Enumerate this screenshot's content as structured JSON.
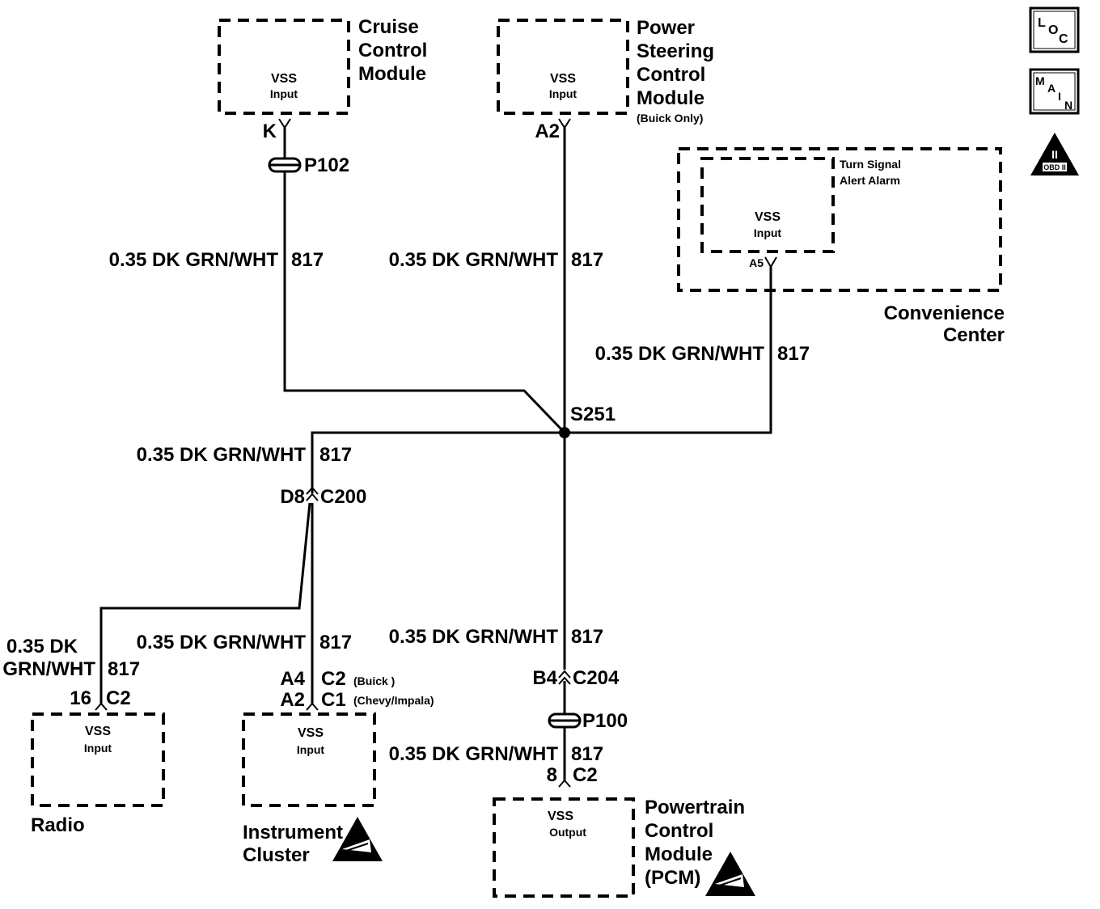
{
  "wire_label": "0.35 DK GRN/WHT",
  "wire_label_split": [
    "0.35 DK",
    "GRN/WHT"
  ],
  "circuit": "817",
  "splice": "S251",
  "modules": {
    "cruise": {
      "name": [
        "Cruise",
        "Control",
        "Module"
      ],
      "box": [
        "VSS",
        "Input"
      ],
      "pin": "K",
      "pass": "P102"
    },
    "power_steering": {
      "name": [
        "Power",
        "Steering",
        "Control",
        "Module"
      ],
      "note": "(Buick Only)",
      "box": [
        "VSS",
        "Input"
      ],
      "pin": "A2"
    },
    "turn_signal": {
      "name": [
        "Turn Signal",
        "Alert Alarm"
      ],
      "box": [
        "VSS",
        "Input"
      ],
      "pin": "A5"
    },
    "convenience": {
      "name": [
        "Convenience",
        "Center"
      ]
    },
    "radio": {
      "name": "Radio",
      "box": [
        "VSS",
        "Input"
      ],
      "pin": "16",
      "conn": "C2"
    },
    "cluster": {
      "name": [
        "Instrument",
        "Cluster"
      ],
      "box": [
        "VSS",
        "Input"
      ],
      "pins": [
        "A4",
        "A2"
      ],
      "conns": [
        "C2",
        "C1"
      ],
      "notes": [
        "(Buick )",
        "(Chevy/Impala)"
      ],
      "inline_pin": "D8",
      "inline_conn": "C200"
    },
    "pcm": {
      "name": [
        "Powertrain",
        "Control",
        "Module",
        "(PCM)"
      ],
      "box": [
        "VSS",
        "Output"
      ],
      "pin": "8",
      "conn": "C2",
      "inline_pin": "B4",
      "inline_conn": "C204",
      "pass": "P100"
    }
  },
  "badges": {
    "loc": [
      "L",
      "O",
      "C"
    ],
    "main": [
      "M",
      "A",
      "I",
      "N"
    ],
    "obd": [
      "II",
      "OBD II"
    ]
  },
  "icons": {
    "esd": "esd-warning-icon",
    "obd": "obd-ii-triangle-icon",
    "loc": "loc-badge-icon",
    "main": "main-badge-icon"
  }
}
